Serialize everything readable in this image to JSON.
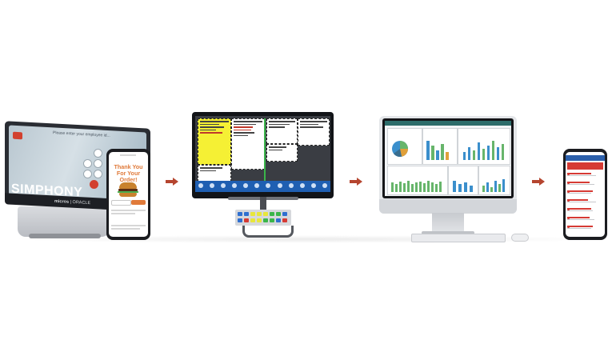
{
  "pos_terminal": {
    "prompt_text": "Please enter your employee id...",
    "brand": "SIMPHONY",
    "maker_primary": "micros",
    "maker_secondary": "ORACLE"
  },
  "order_phone": {
    "thank_you": "Thank You For Your Order!"
  },
  "colors": {
    "arrow": "#b5452f",
    "brand_orange": "#e07a3a",
    "kds_toolbar": "#1f5fb2",
    "alert_red": "#d63a34"
  },
  "icons": [
    "burger-icon",
    "arrow-right-icon",
    "pie-chart-icon",
    "bar-chart-icon"
  ]
}
